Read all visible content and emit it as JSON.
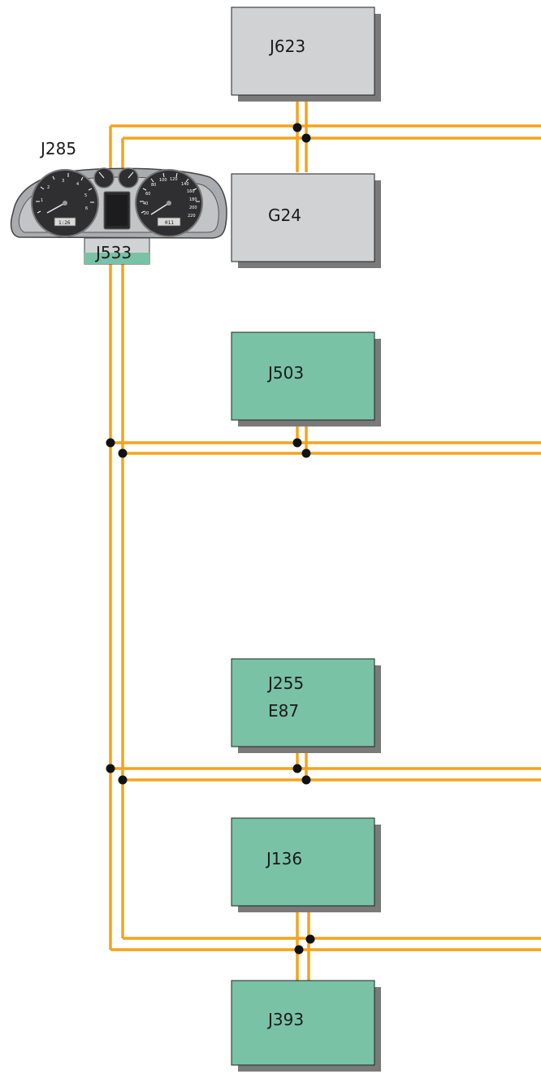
{
  "colors": {
    "bus": "#f5a31a",
    "node": "#111111",
    "box_gray": "#d0d2d4",
    "box_green": "#79c2a6",
    "shadow": "#7a7a7a",
    "border": "#222222",
    "cluster_body": "#a9abae",
    "gauge_face": "#2f2f31",
    "label_tab": "#d0d2d4",
    "label_tab_strip": "#79c2a6"
  },
  "modules": {
    "j623": {
      "label": "J623"
    },
    "g24": {
      "label": "G24"
    },
    "j503": {
      "label": "J503"
    },
    "j255": {
      "label_line1": "J255",
      "label_line2": "E87"
    },
    "j136": {
      "label": "J136"
    },
    "j393": {
      "label": "J393"
    }
  },
  "cluster": {
    "label": "J285",
    "gateway_label": "J533",
    "tacho_numbers": [
      "1",
      "2",
      "3",
      "4",
      "5",
      "6"
    ],
    "speedo_numbers": [
      "20",
      "40",
      "60",
      "80",
      "100",
      "120",
      "140",
      "160",
      "180",
      "200",
      "220"
    ],
    "tacho_display": "1:26",
    "speedo_display": "011"
  }
}
